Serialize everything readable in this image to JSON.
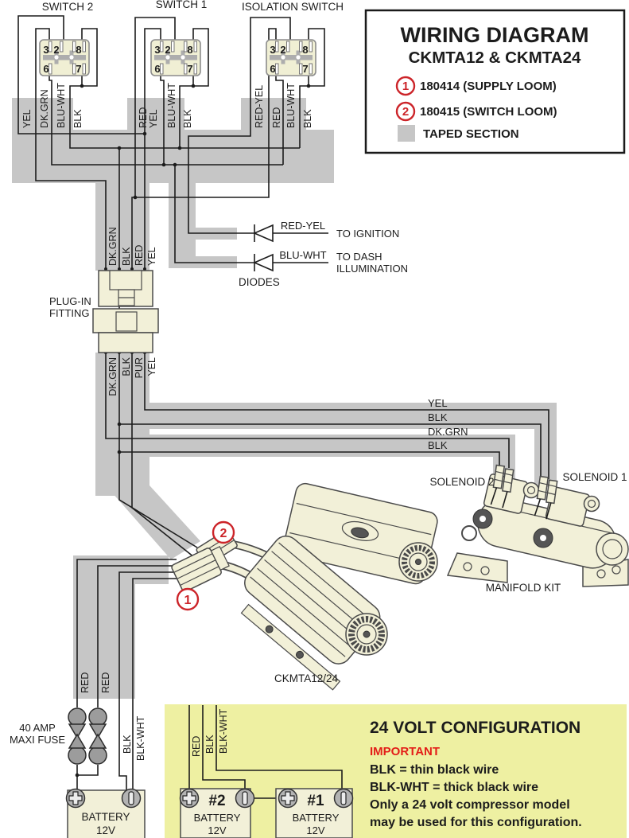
{
  "colors": {
    "taped": "#c6c6c6",
    "accent_red": "#cc2429",
    "component_cream": "#f2f0d8",
    "config_bg": "#eef0a2"
  },
  "title_box": {
    "title": "WIRING DIAGRAM",
    "subtitle": "CKMTA12 & CKMTA24",
    "legend1_num": "1",
    "legend1_label": "180414 (SUPPLY LOOM)",
    "legend2_num": "2",
    "legend2_label": "180415 (SWITCH LOOM)",
    "legend3_label": "TAPED SECTION"
  },
  "switches": [
    {
      "name": "SWITCH 2",
      "pins": [
        "3",
        "2",
        "8",
        "6",
        "7"
      ],
      "wires": [
        "YEL",
        "DK.GRN",
        "BLU-WHT",
        "BLK"
      ]
    },
    {
      "name": "SWITCH 1",
      "pins": [
        "3",
        "2",
        "8",
        "6",
        "7"
      ],
      "wires": [
        "RED",
        "YEL",
        "BLU-WHT",
        "BLK"
      ]
    },
    {
      "name": "ISOLATION SWITCH",
      "pins": [
        "3",
        "2",
        "8",
        "6",
        "7"
      ],
      "wires": [
        "RED-YEL",
        "RED",
        "BLU-WHT",
        "BLK"
      ]
    }
  ],
  "plug": {
    "label1": "PLUG-IN",
    "label2": "FITTING",
    "in": [
      "DK.GRN",
      "BLK",
      "RED",
      "YEL"
    ],
    "out": [
      "DK.GRN",
      "BLK",
      "PUR",
      "YEL"
    ]
  },
  "diodes": {
    "caption": "DIODES",
    "diode1": {
      "wire": "RED-YEL",
      "dest": "TO IGNITION"
    },
    "diode2": {
      "wire": "BLU-WHT",
      "dest_line1": "TO DASH",
      "dest_line2": "ILLUMINATION"
    }
  },
  "right_wires": [
    "YEL",
    "BLK",
    "DK.GRN",
    "BLK"
  ],
  "manifold_section": {
    "solenoid2": "SOLENOID 2",
    "solenoid1": "SOLENOID 1",
    "manifold": "MANIFOLD KIT"
  },
  "compressor_label": "CKMTA12/24",
  "connector1_num": "1",
  "connector2_num": "2",
  "supply": {
    "fuse_line1": "40 AMP",
    "fuse_line2": "MAXI FUSE",
    "red1": "RED",
    "red2": "RED",
    "blk": "BLK",
    "blkwht": "BLK-WHT"
  },
  "battery_main": {
    "name": "BATTERY",
    "volt": "12V"
  },
  "config24": {
    "title": "24 VOLT CONFIGURATION",
    "important": "IMPORTANT",
    "line1": "BLK = thin black wire",
    "line2": "BLK-WHT = thick black wire",
    "line3": "Only a 24 volt compressor model",
    "line4": "may be used for this configuration.",
    "wire_red": "RED",
    "wire_blk": "BLK",
    "wire_blkwht": "BLK-WHT",
    "bat2": {
      "num": "#2",
      "name": "BATTERY",
      "volt": "12V"
    },
    "bat1": {
      "num": "#1",
      "name": "BATTERY",
      "volt": "12V"
    }
  }
}
